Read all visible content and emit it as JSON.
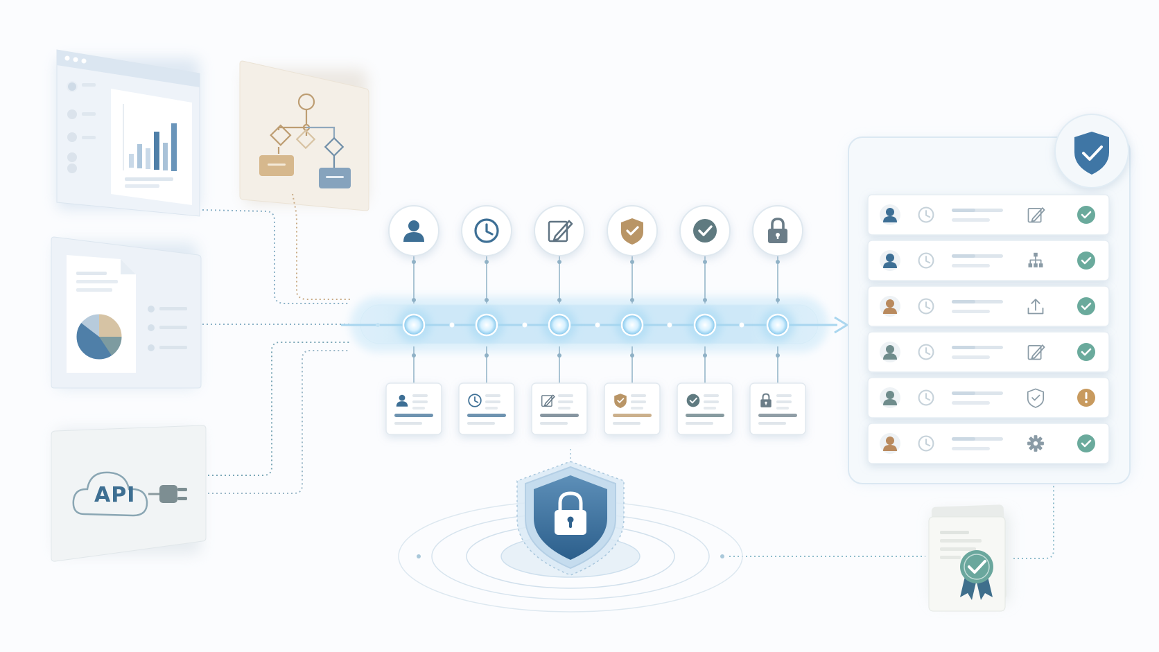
{
  "sources": [
    {
      "id": "dashboard",
      "icon": "bar-chart-icon"
    },
    {
      "id": "workflow",
      "icon": "flowchart-icon"
    },
    {
      "id": "report",
      "icon": "pie-chart-icon"
    },
    {
      "id": "api",
      "label": "API",
      "icon": "cloud-icon",
      "connector_icon": "plug-icon"
    }
  ],
  "timeline": {
    "steps": [
      {
        "id": "user",
        "icon": "user-icon",
        "color": "#3d6f95"
      },
      {
        "id": "time",
        "icon": "clock-icon",
        "color": "#3d6f95"
      },
      {
        "id": "edit",
        "icon": "edit-icon",
        "color": "#5f7382"
      },
      {
        "id": "verify",
        "icon": "shield-check-icon",
        "color": "#b99566"
      },
      {
        "id": "approve",
        "icon": "check-circle-icon",
        "color": "#5f7a80"
      },
      {
        "id": "lock",
        "icon": "lock-icon",
        "color": "#6b7d88"
      }
    ]
  },
  "audit_log": {
    "badge_icon": "shield-check-icon",
    "rows": [
      {
        "avatar_color": "#3d6f95",
        "action_icon": "edit-icon",
        "status": "ok"
      },
      {
        "avatar_color": "#3d6f95",
        "action_icon": "hierarchy-icon",
        "status": "ok"
      },
      {
        "avatar_color": "#b98a5e",
        "action_icon": "upload-icon",
        "status": "ok"
      },
      {
        "avatar_color": "#6f8c8c",
        "action_icon": "edit-icon",
        "status": "ok"
      },
      {
        "avatar_color": "#6f8c8c",
        "action_icon": "shield-check-icon",
        "status": "warning"
      },
      {
        "avatar_color": "#b98a5e",
        "action_icon": "gear-icon",
        "status": "ok"
      }
    ]
  },
  "security": {
    "icon": "shield-lock-icon"
  },
  "certificate": {
    "icon": "certificate-badge-icon"
  },
  "colors": {
    "primary": "#3d6f95",
    "accent_gold": "#b99566",
    "success": "#6aaa9c",
    "warning": "#c89a5e",
    "glow": "#bfe3f7"
  }
}
